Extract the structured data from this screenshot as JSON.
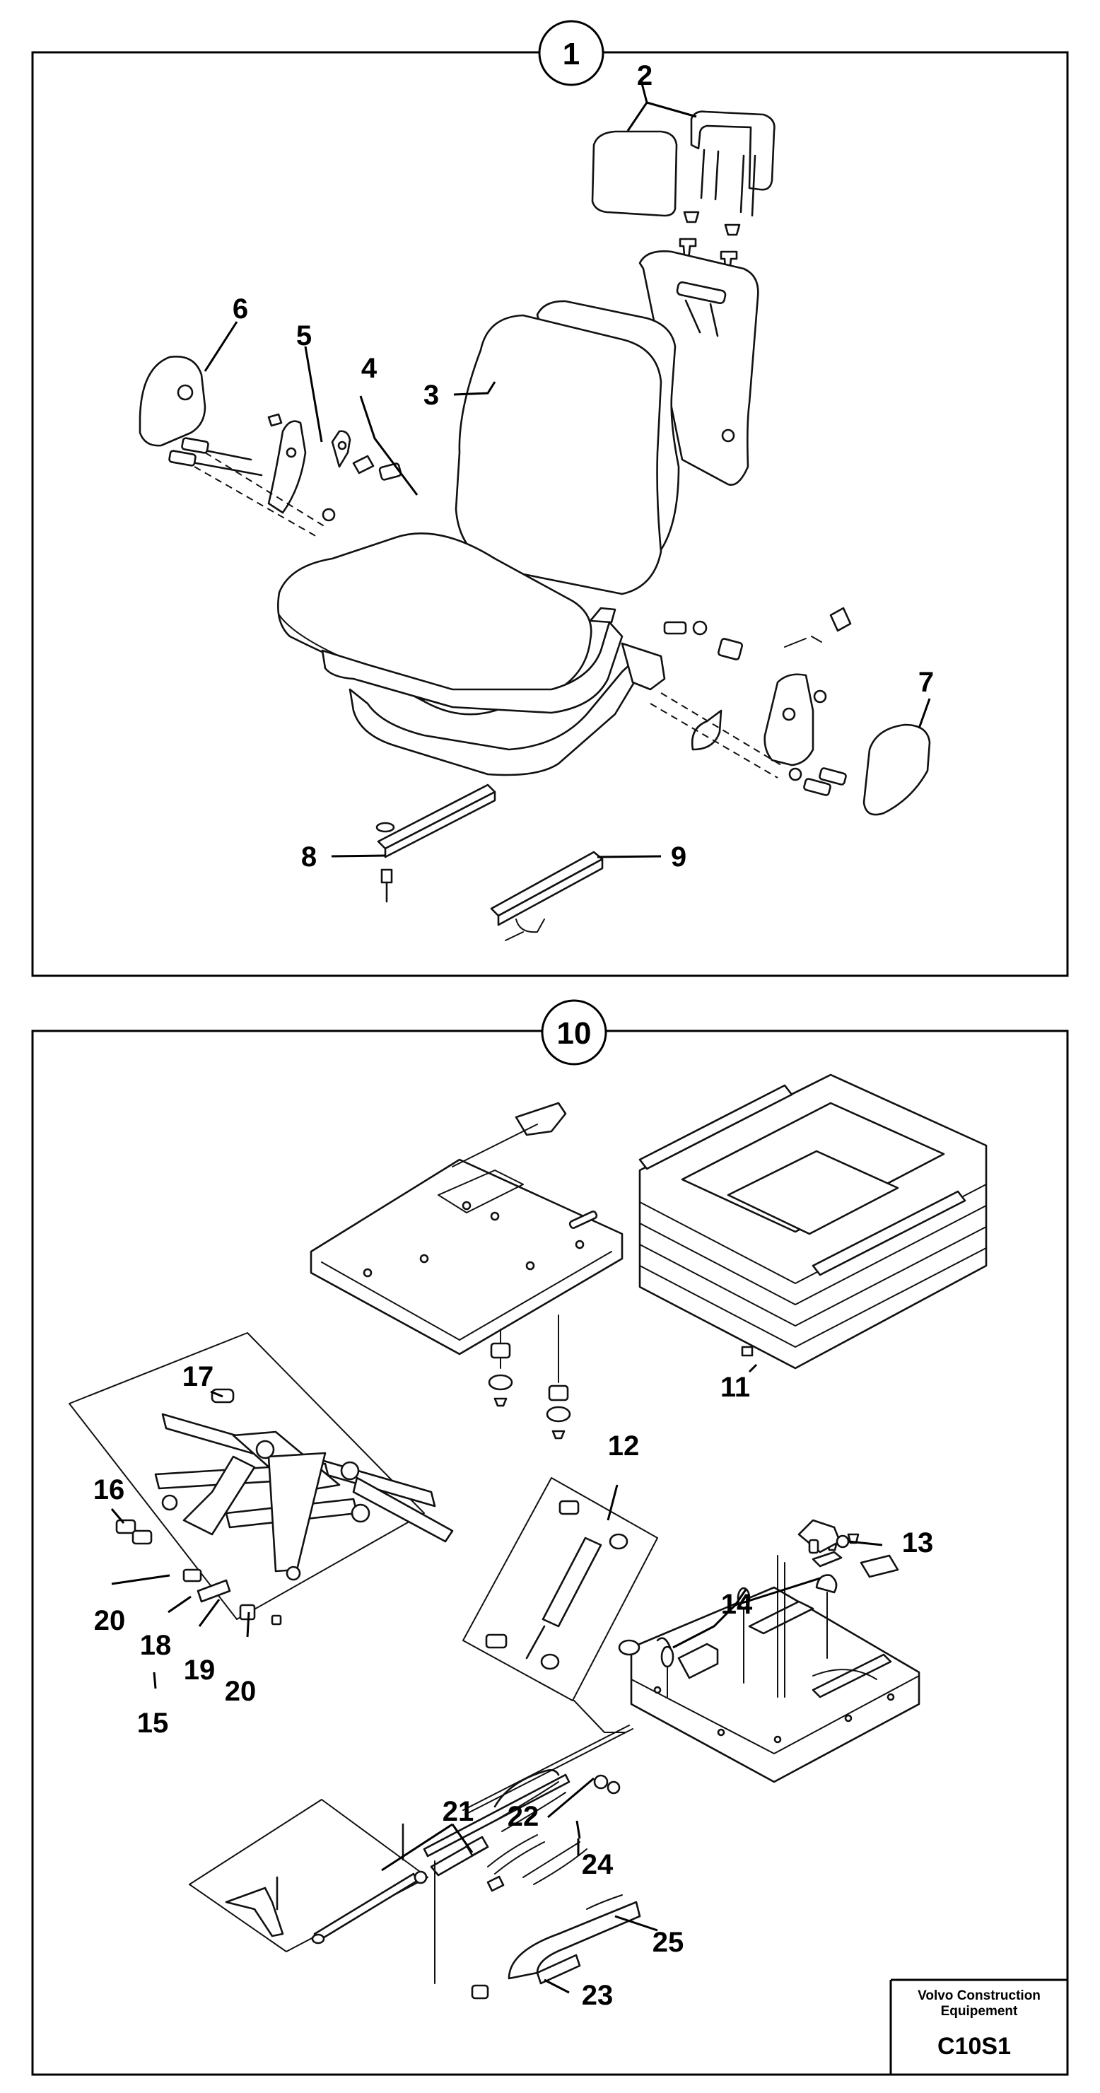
{
  "assemblies": [
    {
      "id": "seat-assembly",
      "number": "1",
      "callouts": [
        "2",
        "3",
        "4",
        "5",
        "6",
        "7",
        "8",
        "9"
      ]
    },
    {
      "id": "suspension-assembly",
      "number": "10",
      "callouts": [
        "11",
        "12",
        "13",
        "14",
        "15",
        "16",
        "17",
        "18",
        "19",
        "20",
        "20",
        "21",
        "22",
        "23",
        "24",
        "25"
      ]
    }
  ],
  "title_block": {
    "brand_line1": "Volvo Construction",
    "brand_line2": "Equipement",
    "code": "C10S1"
  }
}
